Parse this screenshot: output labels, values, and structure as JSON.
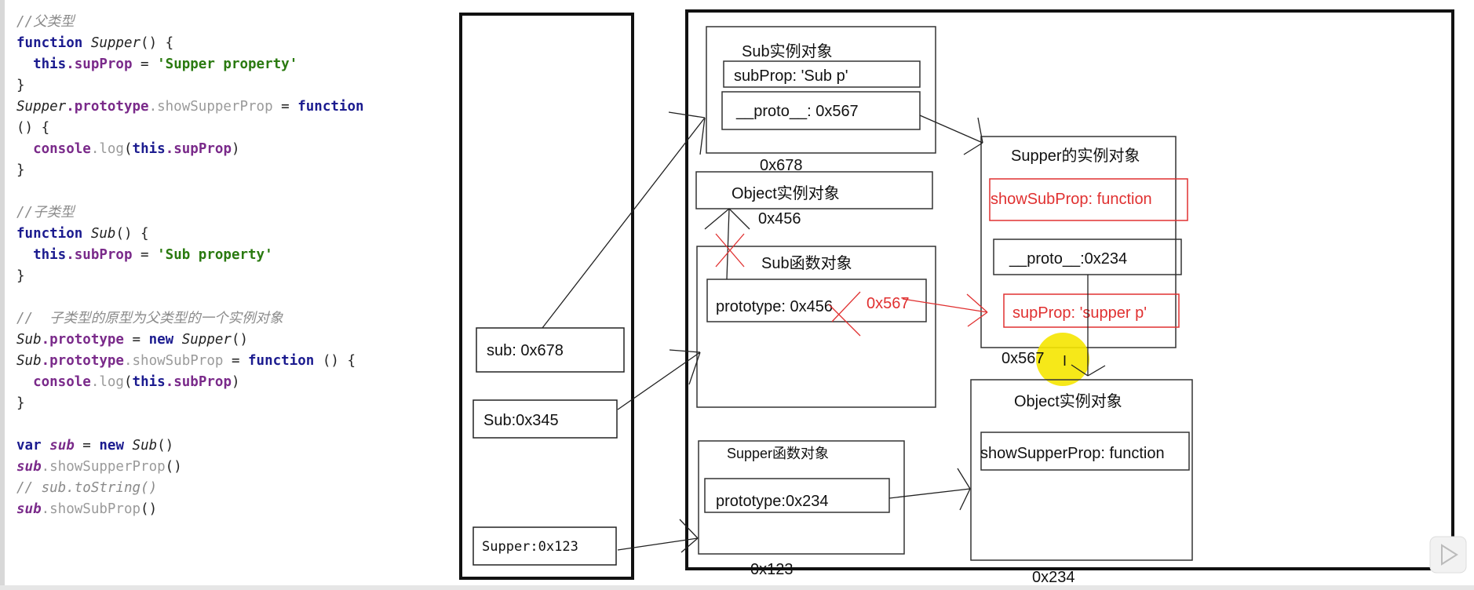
{
  "code": [
    [
      {
        "t": "//父类型",
        "c": "cm"
      }
    ],
    [
      {
        "t": "function ",
        "c": "kw"
      },
      {
        "t": "Supper",
        "c": "fn"
      },
      {
        "t": "() {",
        "c": "pl"
      }
    ],
    [
      {
        "t": "  this",
        "c": "kw"
      },
      {
        "t": ".supProp",
        "c": "pr"
      },
      {
        "t": " = ",
        "c": "pl"
      },
      {
        "t": "'Supper property'",
        "c": "st"
      }
    ],
    [
      {
        "t": "}",
        "c": "pl"
      }
    ],
    [
      {
        "t": "Supper",
        "c": "fn"
      },
      {
        "t": ".prototype",
        "c": "pr"
      },
      {
        "t": ".showSupperProp",
        "c": "mt"
      },
      {
        "t": " = ",
        "c": "pl"
      },
      {
        "t": "function",
        "c": "kw"
      }
    ],
    [
      {
        "t": "() {",
        "c": "pl"
      }
    ],
    [
      {
        "t": "  console",
        "c": "pr"
      },
      {
        "t": ".log",
        "c": "mt"
      },
      {
        "t": "(",
        "c": "pl"
      },
      {
        "t": "this",
        "c": "kw"
      },
      {
        "t": ".supProp",
        "c": "pr"
      },
      {
        "t": ")",
        "c": "pl"
      }
    ],
    [
      {
        "t": "}",
        "c": "pl"
      }
    ],
    [],
    [
      {
        "t": "//子类型",
        "c": "cm"
      }
    ],
    [
      {
        "t": "function ",
        "c": "kw"
      },
      {
        "t": "Sub",
        "c": "fn"
      },
      {
        "t": "() {",
        "c": "pl"
      }
    ],
    [
      {
        "t": "  this",
        "c": "kw"
      },
      {
        "t": ".subProp",
        "c": "pr"
      },
      {
        "t": " = ",
        "c": "pl"
      },
      {
        "t": "'Sub property'",
        "c": "st"
      }
    ],
    [
      {
        "t": "}",
        "c": "pl"
      }
    ],
    [],
    [
      {
        "t": "//  子类型的原型为父类型的一个实例对象",
        "c": "cm"
      }
    ],
    [
      {
        "t": "Sub",
        "c": "fn"
      },
      {
        "t": ".prototype",
        "c": "pr"
      },
      {
        "t": " = ",
        "c": "pl"
      },
      {
        "t": "new ",
        "c": "kw"
      },
      {
        "t": "Supper",
        "c": "fn"
      },
      {
        "t": "()",
        "c": "pl"
      }
    ],
    [
      {
        "t": "Sub",
        "c": "fn"
      },
      {
        "t": ".prototype",
        "c": "pr"
      },
      {
        "t": ".showSubProp",
        "c": "mt"
      },
      {
        "t": " = ",
        "c": "pl"
      },
      {
        "t": "function",
        "c": "kw"
      },
      {
        "t": " () {",
        "c": "pl"
      }
    ],
    [
      {
        "t": "  console",
        "c": "pr"
      },
      {
        "t": ".log",
        "c": "mt"
      },
      {
        "t": "(",
        "c": "pl"
      },
      {
        "t": "this",
        "c": "kw"
      },
      {
        "t": ".subProp",
        "c": "pr"
      },
      {
        "t": ")",
        "c": "pl"
      }
    ],
    [
      {
        "t": "}",
        "c": "pl"
      }
    ],
    [],
    [
      {
        "t": "var ",
        "c": "kw"
      },
      {
        "t": "sub",
        "c": "vr"
      },
      {
        "t": " = ",
        "c": "pl"
      },
      {
        "t": "new ",
        "c": "kw"
      },
      {
        "t": "Sub",
        "c": "fn"
      },
      {
        "t": "()",
        "c": "pl"
      }
    ],
    [
      {
        "t": "sub",
        "c": "vr"
      },
      {
        "t": ".showSupperProp",
        "c": "mt"
      },
      {
        "t": "()",
        "c": "pl"
      }
    ],
    [
      {
        "t": "// sub.toString()",
        "c": "cm"
      }
    ],
    [
      {
        "t": "sub",
        "c": "vr"
      },
      {
        "t": ".showSubProp",
        "c": "mt"
      },
      {
        "t": "()",
        "c": "pl"
      }
    ]
  ],
  "stack": {
    "sub": "sub: 0x678",
    "sub_fn": "Sub:0x345",
    "supper_fn": "Supper:0x123"
  },
  "heap": {
    "sub_instance": {
      "title": "Sub实例对象",
      "subprop": "subProp: 'Sub p'",
      "proto": "__proto__: 0x567",
      "address": "0x678"
    },
    "object_instance_1": {
      "title": "Object实例对象",
      "address": "0x456"
    },
    "sub_function": {
      "title": "Sub函数对象",
      "prototype": "prototype: 0x456",
      "new_value": "0x567"
    },
    "supper_instance": {
      "title": "Supper的实例对象",
      "showsubprop": "showSubProp: function",
      "proto": "__proto__:0x234",
      "supprop": "supProp: 'supper p'",
      "address": "0x567"
    },
    "object_instance_2": {
      "title": "Object实例对象",
      "showsupperprop": "showSupperProp: function",
      "address": "0x234"
    },
    "supper_function": {
      "title": "Supper函数对象",
      "prototype": "prototype:0x234",
      "address": "0x123"
    }
  },
  "colors": {
    "ink": "#111111",
    "red": "#e03030",
    "highlight": "#f5e600"
  }
}
